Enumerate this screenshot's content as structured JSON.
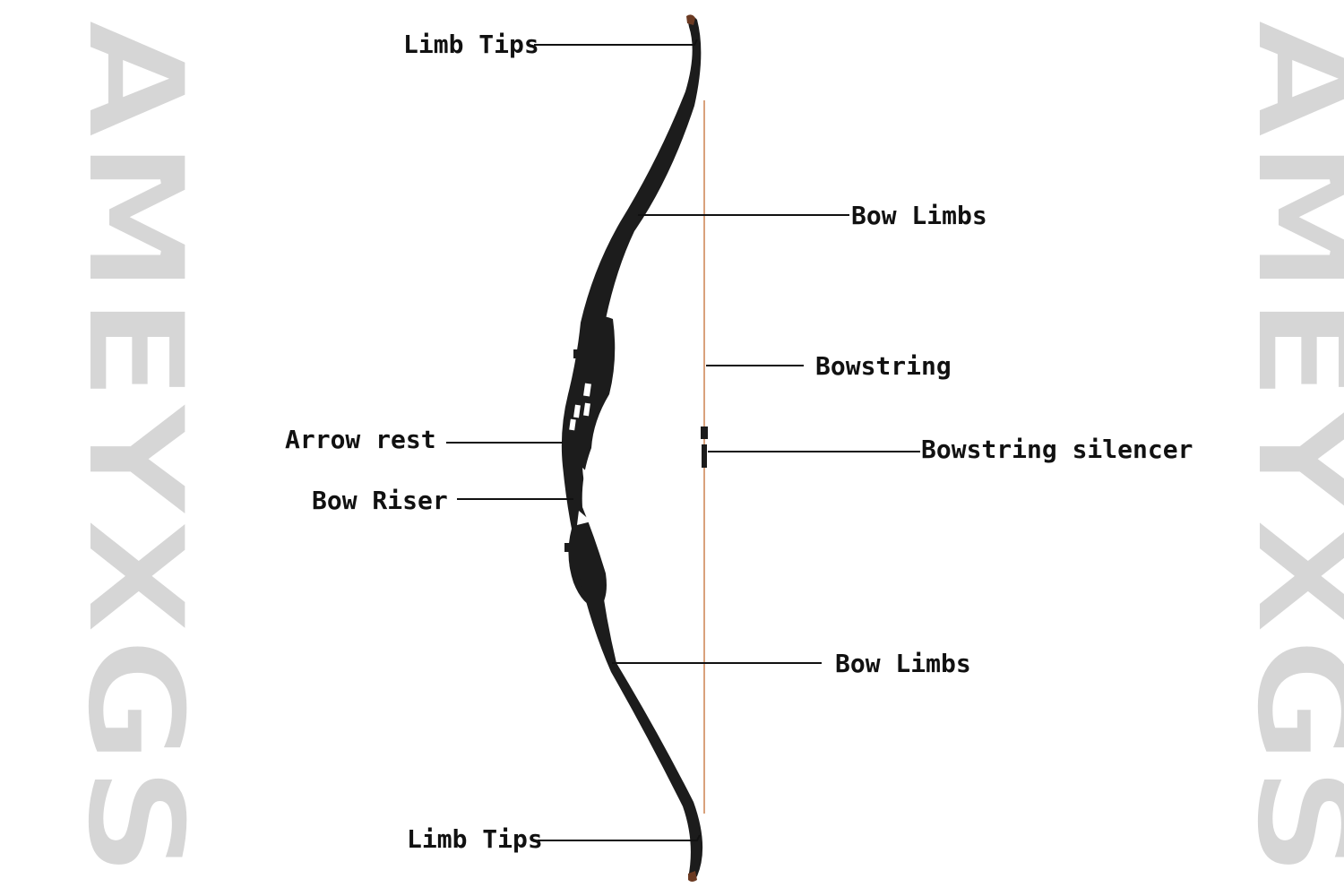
{
  "watermark": {
    "text": "AMEYXGS"
  },
  "labels": {
    "limb_tips_top": "Limb Tips",
    "bow_limbs_top": "Bow Limbs",
    "bowstring": "Bowstring",
    "arrow_rest": "Arrow rest",
    "bowstring_silencer": "Bowstring silencer",
    "bow_riser": "Bow Riser",
    "bow_limbs_bottom": "Bow Limbs",
    "limb_tips_bottom": "Limb Tips"
  },
  "colors": {
    "bow": "#1c1c1c",
    "string": "#d9a27c",
    "leader": "#111111",
    "watermark": "#d6d6d6"
  }
}
